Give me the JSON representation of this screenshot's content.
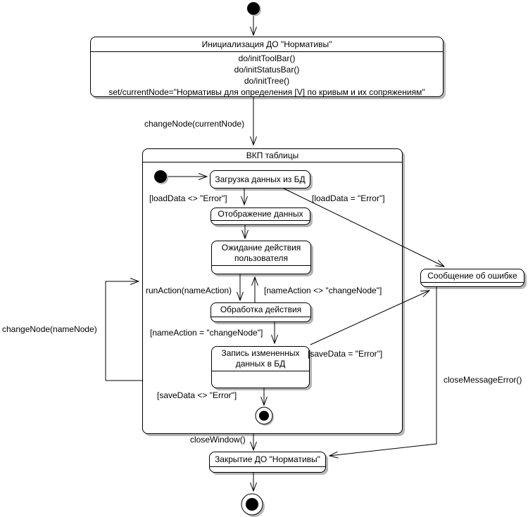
{
  "diagram": {
    "type": "uml-statechart",
    "colors": {
      "line": "#000000",
      "fill": "#ffffff",
      "shadow": "#b6b6b6",
      "text": "#000000"
    },
    "states": {
      "init": {
        "title": "Инициализация ДО \"Нормативы\"",
        "actions": [
          "do/initToolBar()",
          "do/initStatusBar()",
          "do/initTree()",
          "set/currentNode=\"Нормативы для определения [V] по кривым и их сопряжениям\""
        ]
      },
      "vkp": {
        "title": "ВКП таблицы"
      },
      "load": {
        "title": "Загрузка данных из БД"
      },
      "display": {
        "title": "Отображение данных"
      },
      "wait": {
        "title": "Ожидание действия пользователя"
      },
      "process": {
        "title": "Обработка действия"
      },
      "save": {
        "title": "Запись измененных данных в БД"
      },
      "error": {
        "title": "Сообщение об ошибке"
      },
      "close": {
        "title": "Закрытие ДО \"Нормативы\""
      }
    },
    "transitions": {
      "change_node_current": "changeNode(currentNode)",
      "load_ok": "[loadData <> \"Error\"]",
      "load_error": "[loadData = \"Error\"]",
      "run_action": "runAction(nameAction)",
      "action_not_change_node": "[nameAction <> \"changeNode\"]",
      "action_change_node": "[nameAction = \"changeNode\"]",
      "save_error": "[saveData = \"Error\"]",
      "save_ok": "[saveData <> \"Error\"]",
      "change_node_name": "changeNode(nameNode)",
      "close_window": "closeWindow()",
      "close_message_error": "closeMessageError()"
    }
  }
}
